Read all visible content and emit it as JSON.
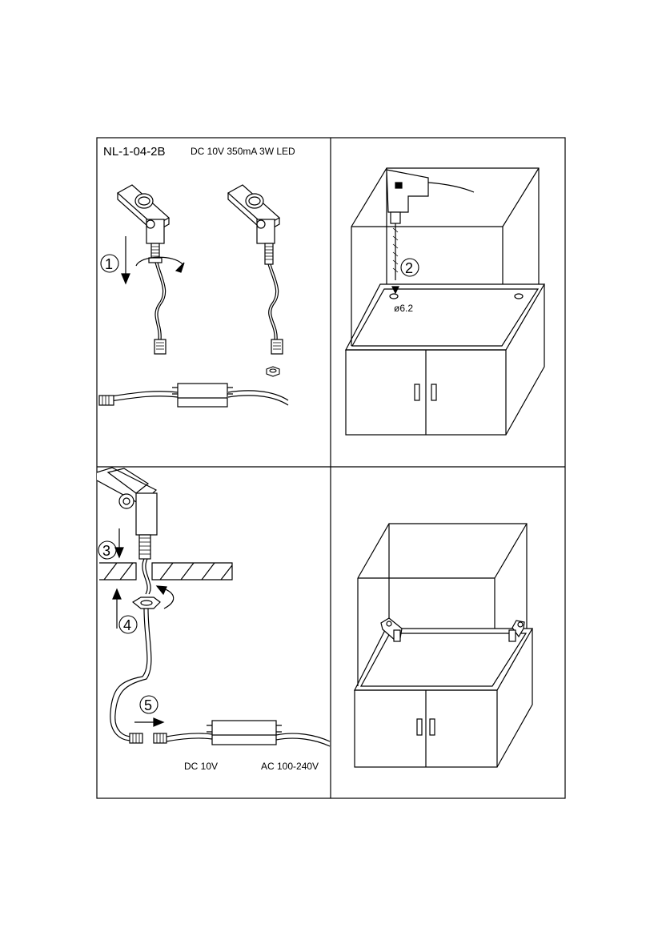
{
  "header": {
    "model": "NL-1-04-2B",
    "specs": "DC 10V  350mA  3W  LED"
  },
  "steps": {
    "s1": "1",
    "s2": "2",
    "s3": "3",
    "s4": "4",
    "s5": "5"
  },
  "labels": {
    "drill_diameter": "ø6.2",
    "output_voltage": "DC 10V",
    "input_voltage": "AC 100-240V"
  }
}
